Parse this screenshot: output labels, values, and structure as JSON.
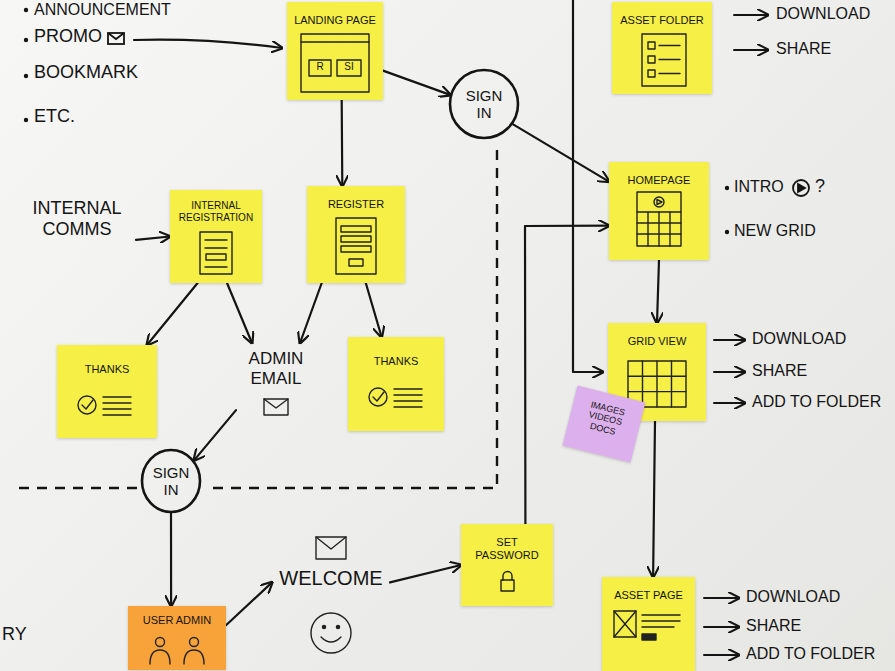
{
  "diagram": {
    "nodes": [
      {
        "text": [
          "LANDING PAGE"
        ]
      },
      {
        "text": [
          "SIGN IN"
        ]
      },
      {
        "text": [
          "ASSET FOLDER"
        ]
      },
      {
        "text": [
          "INTERNAL COMMS"
        ]
      },
      {
        "text": [
          "INTERNAL REGISTRATION"
        ]
      },
      {
        "text": [
          "REGISTER"
        ]
      },
      {
        "text": [
          "HOMEPAGE"
        ]
      },
      {
        "text": [
          "THANKS"
        ]
      },
      {
        "text": [
          "ADMIN EMAIL"
        ]
      },
      {
        "text": [
          "THANKS"
        ]
      },
      {
        "text": [
          "GRID VIEW"
        ]
      },
      {
        "text": [
          "IMAGES VIDEOS DOCS"
        ]
      },
      {
        "text": [
          "SIGN IN"
        ]
      },
      {
        "text": [
          "USER ADMIN"
        ]
      },
      {
        "text": [
          "WELCOME"
        ]
      },
      {
        "text": [
          "SET PASSWORD"
        ]
      },
      {
        "text": [
          "ASSET PAGE"
        ]
      }
    ],
    "edges": [
      {
        "from": 0,
        "to": 1,
        "arrow": "to"
      },
      {
        "from": 0,
        "to": 5,
        "arrow": "to"
      },
      {
        "from": 1,
        "to": 6,
        "arrow": "to"
      },
      {
        "from": 3,
        "to": 4,
        "arrow": "to"
      },
      {
        "from": 4,
        "to": 7,
        "arrow": "to"
      },
      {
        "from": 4,
        "to": 8,
        "arrow": "to"
      },
      {
        "from": 5,
        "to": 8,
        "arrow": "to"
      },
      {
        "from": 5,
        "to": 9,
        "arrow": "to"
      },
      {
        "from": 8,
        "to": 12,
        "arrow": "to"
      },
      {
        "from": 12,
        "to": 13,
        "arrow": "to"
      },
      {
        "from": 13,
        "to": 14,
        "arrow": "to"
      },
      {
        "from": 14,
        "to": 15,
        "arrow": "to"
      },
      {
        "from": 15,
        "to": 6,
        "arrow": "to"
      },
      {
        "from": 6,
        "to": 10,
        "arrow": "to"
      },
      {
        "from": 10,
        "to": 16,
        "arrow": "to"
      }
    ],
    "labels": [
      "ANNOUNCEMENT",
      "PROMO",
      "BOOKMARK",
      "ETC.",
      "DOWNLOAD",
      "SHARE",
      "INTRO",
      "?",
      "NEW GRID",
      "DOWNLOAD",
      "SHARE",
      "ADD TO FOLDER",
      "DOWNLOAD",
      "SHARE",
      "ADD TO FOLDER",
      "RY",
      "R",
      "SI"
    ]
  }
}
